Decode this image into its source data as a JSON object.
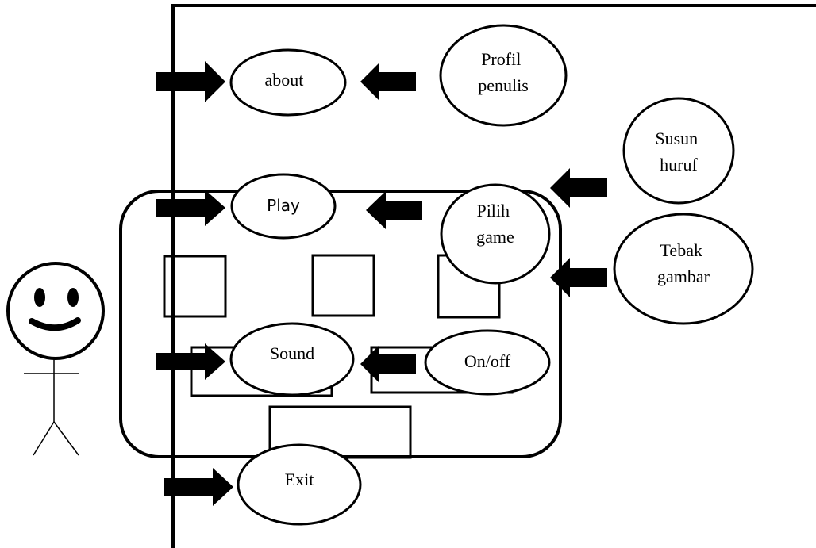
{
  "diagram": {
    "nodes": {
      "about": "about",
      "profil_penulis": [
        "Profil",
        "penulis"
      ],
      "susun_huruf": [
        "Susun",
        "huruf"
      ],
      "play": "Play",
      "pilih_game": [
        "Pilih",
        "game"
      ],
      "tebak_gambar": [
        "Tebak",
        "gambar"
      ],
      "sound": "Sound",
      "on_off": "On/off",
      "exit": "Exit"
    },
    "colors": {
      "stroke": "#000000",
      "background": "#ffffff"
    },
    "icons": [
      "stick-figure-actor-icon",
      "smiley-face-icon",
      "right-arrow-icon",
      "left-arrow-icon"
    ]
  }
}
